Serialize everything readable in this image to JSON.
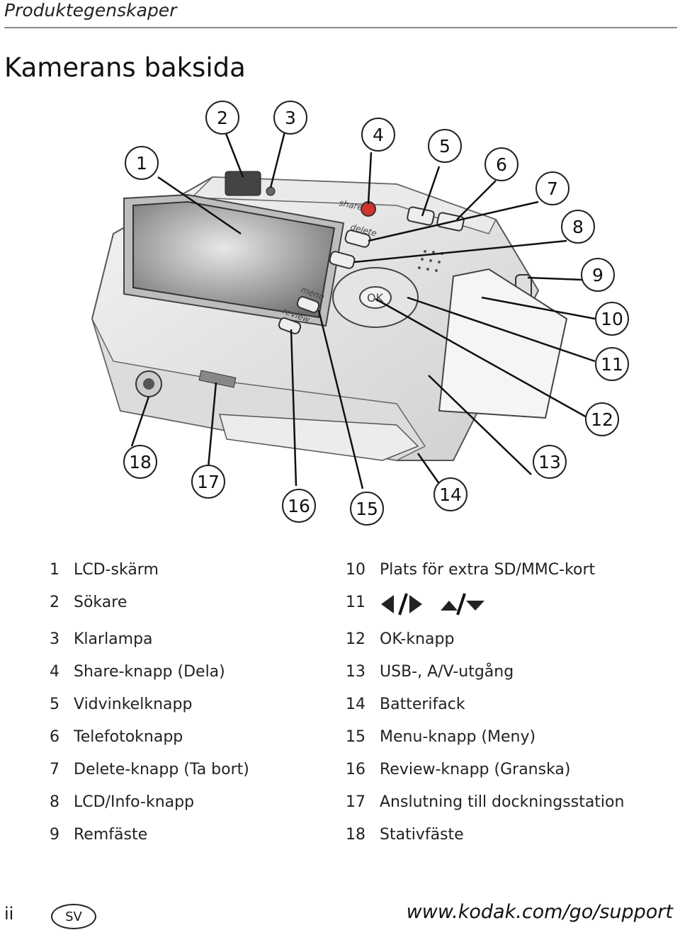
{
  "header": {
    "section_title": "Produktegenskaper"
  },
  "page": {
    "title": "Kamerans baksida"
  },
  "diagram": {
    "camera_labels": {
      "share": "share",
      "delete": "delete",
      "menu": "menu",
      "review": "review",
      "ok": "OK"
    },
    "callouts": [
      "1",
      "2",
      "3",
      "4",
      "5",
      "6",
      "7",
      "8",
      "9",
      "10",
      "11",
      "12",
      "13",
      "14",
      "15",
      "16",
      "17",
      "18"
    ]
  },
  "legend": {
    "left": [
      {
        "num": "1",
        "text": "LCD-skärm"
      },
      {
        "num": "2",
        "text": "Sökare"
      },
      {
        "num": "3",
        "text": "Klarlampa"
      },
      {
        "num": "4",
        "text": "Share-knapp (Dela)"
      },
      {
        "num": "5",
        "text": "Vidvinkelknapp"
      },
      {
        "num": "6",
        "text": "Telefotoknapp"
      },
      {
        "num": "7",
        "text": "Delete-knapp (Ta bort)"
      },
      {
        "num": "8",
        "text": "LCD/Info-knapp"
      },
      {
        "num": "9",
        "text": "Remfäste"
      }
    ],
    "right": [
      {
        "num": "10",
        "text": "Plats för extra SD/MMC-kort"
      },
      {
        "num": "11",
        "text": ""
      },
      {
        "num": "12",
        "text": "OK-knapp"
      },
      {
        "num": "13",
        "text": "USB-, A/V-utgång"
      },
      {
        "num": "14",
        "text": "Batterifack"
      },
      {
        "num": "15",
        "text": "Menu-knapp (Meny)"
      },
      {
        "num": "16",
        "text": "Review-knapp (Granska)"
      },
      {
        "num": "17",
        "text": "Anslutning till dockningsstation"
      },
      {
        "num": "18",
        "text": "Stativfäste"
      }
    ],
    "arrow_icons": [
      "left-right-arrows-icon",
      "up-down-arrows-icon"
    ]
  },
  "footer": {
    "page_number": "ii",
    "language": "SV",
    "url": "www.kodak.com/go/support"
  }
}
